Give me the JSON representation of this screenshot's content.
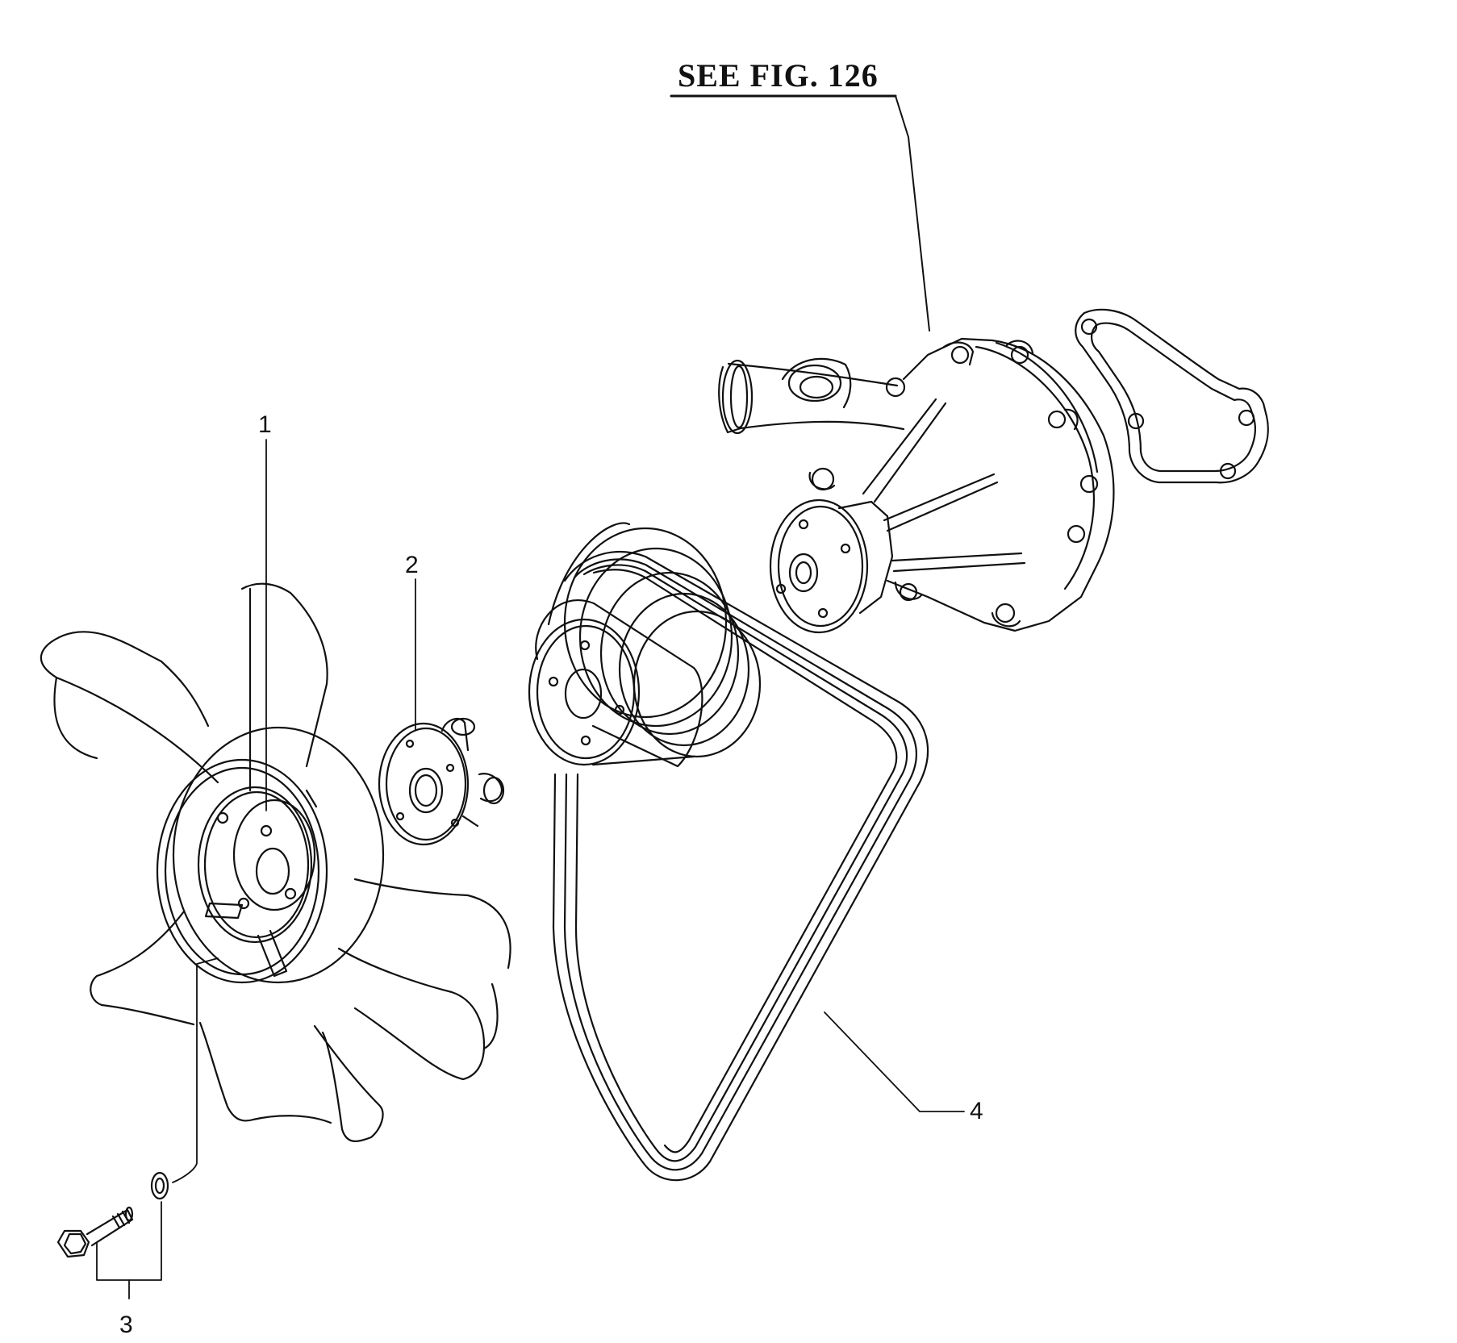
{
  "reference": {
    "text": "SEE FIG. 126"
  },
  "callouts": [
    {
      "id": "1",
      "text": "1"
    },
    {
      "id": "2",
      "text": "2"
    },
    {
      "id": "3",
      "text": "3"
    },
    {
      "id": "4",
      "text": "4"
    }
  ]
}
